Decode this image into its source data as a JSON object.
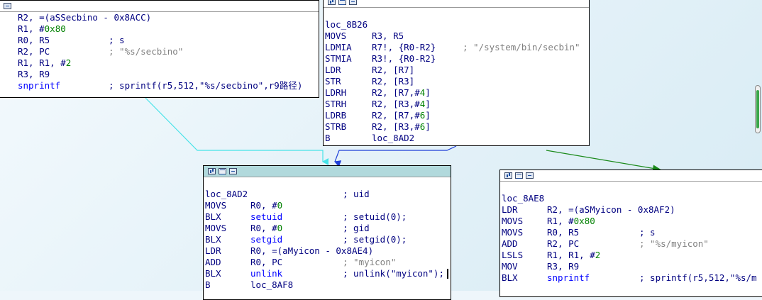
{
  "colors": {
    "edge_cyan": "#46e3e8",
    "edge_blue": "#1f3fd8",
    "edge_green": "#1b8a1b",
    "selected_title": "#b1d9dc"
  },
  "blocks": {
    "top_left": {
      "rows": [
        {
          "mn": "",
          "op": "R2, =(aSSecbino - 0x8ACC)",
          "cm": ""
        },
        {
          "mn": "",
          "op": "R1, #",
          "opn": "0x80",
          "cm": ""
        },
        {
          "mn": "",
          "op": "R0, R5",
          "cm": "; s"
        },
        {
          "mn": "",
          "op": "R2, PC",
          "cm": "; \"%s/secbino\""
        },
        {
          "mn": "",
          "op": "R1, R1, #",
          "opn": "2",
          "cm": ""
        },
        {
          "mn": "",
          "op": "R3, R9",
          "cm": ""
        },
        {
          "mn": "",
          "op": "snprintf",
          "cm": "; sprintf(r5,512,\"%s/secbino\",r9路径)"
        }
      ]
    },
    "top_mid": {
      "label": "loc_8B26",
      "rows": [
        {
          "mn": "MOVS",
          "op": "R3, R5",
          "cm": ""
        },
        {
          "mn": "LDMIA",
          "op": "R7!, {R0-R2}",
          "cm": "; \"/system/bin/secbin\""
        },
        {
          "mn": "STMIA",
          "op": "R3!, {R0-R2}",
          "cm": ""
        },
        {
          "mn": "LDR",
          "op": "R2, [R7]",
          "cm": ""
        },
        {
          "mn": "STR",
          "op": "R2, [R3]",
          "cm": ""
        },
        {
          "mn": "LDRH",
          "op": "R2, [R7,#",
          "opn": "4",
          "op2": "]",
          "cm": ""
        },
        {
          "mn": "STRH",
          "op": "R2, [R3,#",
          "opn": "4",
          "op2": "]",
          "cm": ""
        },
        {
          "mn": "LDRB",
          "op": "R2, [R7,#",
          "opn": "6",
          "op2": "]",
          "cm": ""
        },
        {
          "mn": "STRB",
          "op": "R2, [R3,#",
          "opn": "6",
          "op2": "]",
          "cm": ""
        },
        {
          "mn": "B",
          "op": "loc_8AD2",
          "cm": ""
        }
      ]
    },
    "mid": {
      "label": "loc_8AD2",
      "label_cm": "; uid",
      "rows": [
        {
          "mn": "MOVS",
          "op": "R0, #",
          "opn": "0",
          "cm": ""
        },
        {
          "mn": "BLX",
          "op": "setuid",
          "cm": "; setuid(0);"
        },
        {
          "mn": "MOVS",
          "op": "R0, #",
          "opn": "0",
          "cm": "; gid"
        },
        {
          "mn": "BLX",
          "op": "setgid",
          "cm": "; setgid(0);"
        },
        {
          "mn": "LDR",
          "op": "R0, =(aMyicon - 0x8AE4)",
          "cm": ""
        },
        {
          "mn": "ADD",
          "op": "R0, PC",
          "cm": "; \"myicon\""
        },
        {
          "mn": "BLX",
          "op": "unlink",
          "cm": "; unlink(\"myicon\");"
        },
        {
          "mn": "B",
          "op": "loc_8AF8",
          "cm": ""
        }
      ]
    },
    "right": {
      "label": "loc_8AE8",
      "rows": [
        {
          "mn": "LDR",
          "op": "R2, =(aSMyicon - 0x8AF2)",
          "cm": ""
        },
        {
          "mn": "MOVS",
          "op": "R1, #",
          "opn": "0x80",
          "cm": ""
        },
        {
          "mn": "MOVS",
          "op": "R0, R5",
          "cm": "; s"
        },
        {
          "mn": "ADD",
          "op": "R2, PC",
          "cm": "; \"%s/myicon\""
        },
        {
          "mn": "LSLS",
          "op": "R1, R1, #",
          "opn": "2",
          "cm": ""
        },
        {
          "mn": "MOV",
          "op": "R3, R9",
          "cm": ""
        },
        {
          "mn": "BLX",
          "op": "snprintf",
          "cm": "; sprintf(r5,512,\"%s/m"
        }
      ]
    }
  }
}
